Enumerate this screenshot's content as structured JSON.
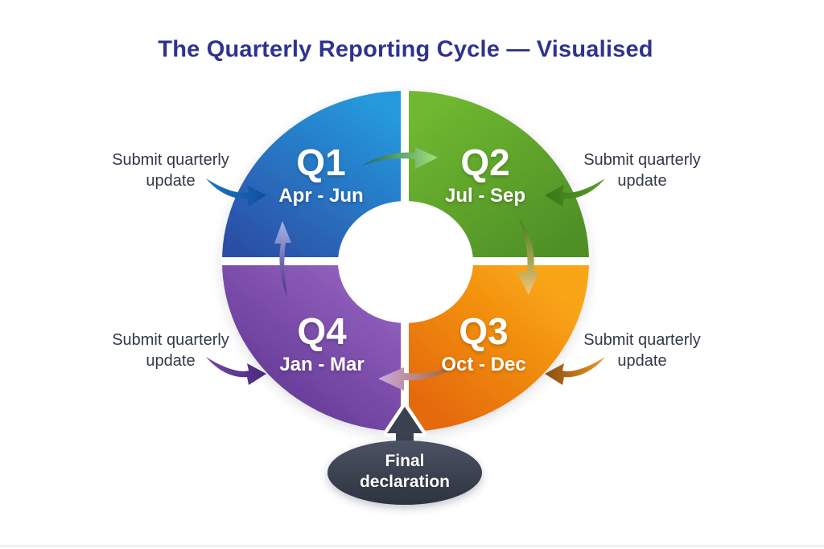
{
  "title": "The Quarterly Reporting Cycle — Visualised",
  "cycle": {
    "quadrants": [
      {
        "id": "Q1",
        "months": "Apr - Jun",
        "color": "#2496da"
      },
      {
        "id": "Q2",
        "months": "Jul - Sep",
        "color": "#66ad2c"
      },
      {
        "id": "Q3",
        "months": "Oct - Dec",
        "color": "#f0820f"
      },
      {
        "id": "Q4",
        "months": "Jan - Mar",
        "color": "#7144a4"
      }
    ],
    "flow_arrows": [
      "Q1 to Q2",
      "Q2 to Q3",
      "Q3 to Q4",
      "Q4 to Q1"
    ]
  },
  "annotations": {
    "submit_labels": [
      {
        "position": "top-left",
        "text": "Submit quarterly update"
      },
      {
        "position": "top-right",
        "text": "Submit quarterly update"
      },
      {
        "position": "bottom-left",
        "text": "Submit quarterly update"
      },
      {
        "position": "bottom-right",
        "text": "Submit quarterly update"
      }
    ],
    "final_declaration": "Final declaration"
  },
  "colors": {
    "title_text": "#2e3390",
    "annotation_text": "#323947",
    "callout_background": "#3a4150",
    "q1_blue": "#2496da",
    "q2_green": "#66ad2c",
    "q3_orange": "#f0820f",
    "q4_purple": "#7144a4"
  }
}
